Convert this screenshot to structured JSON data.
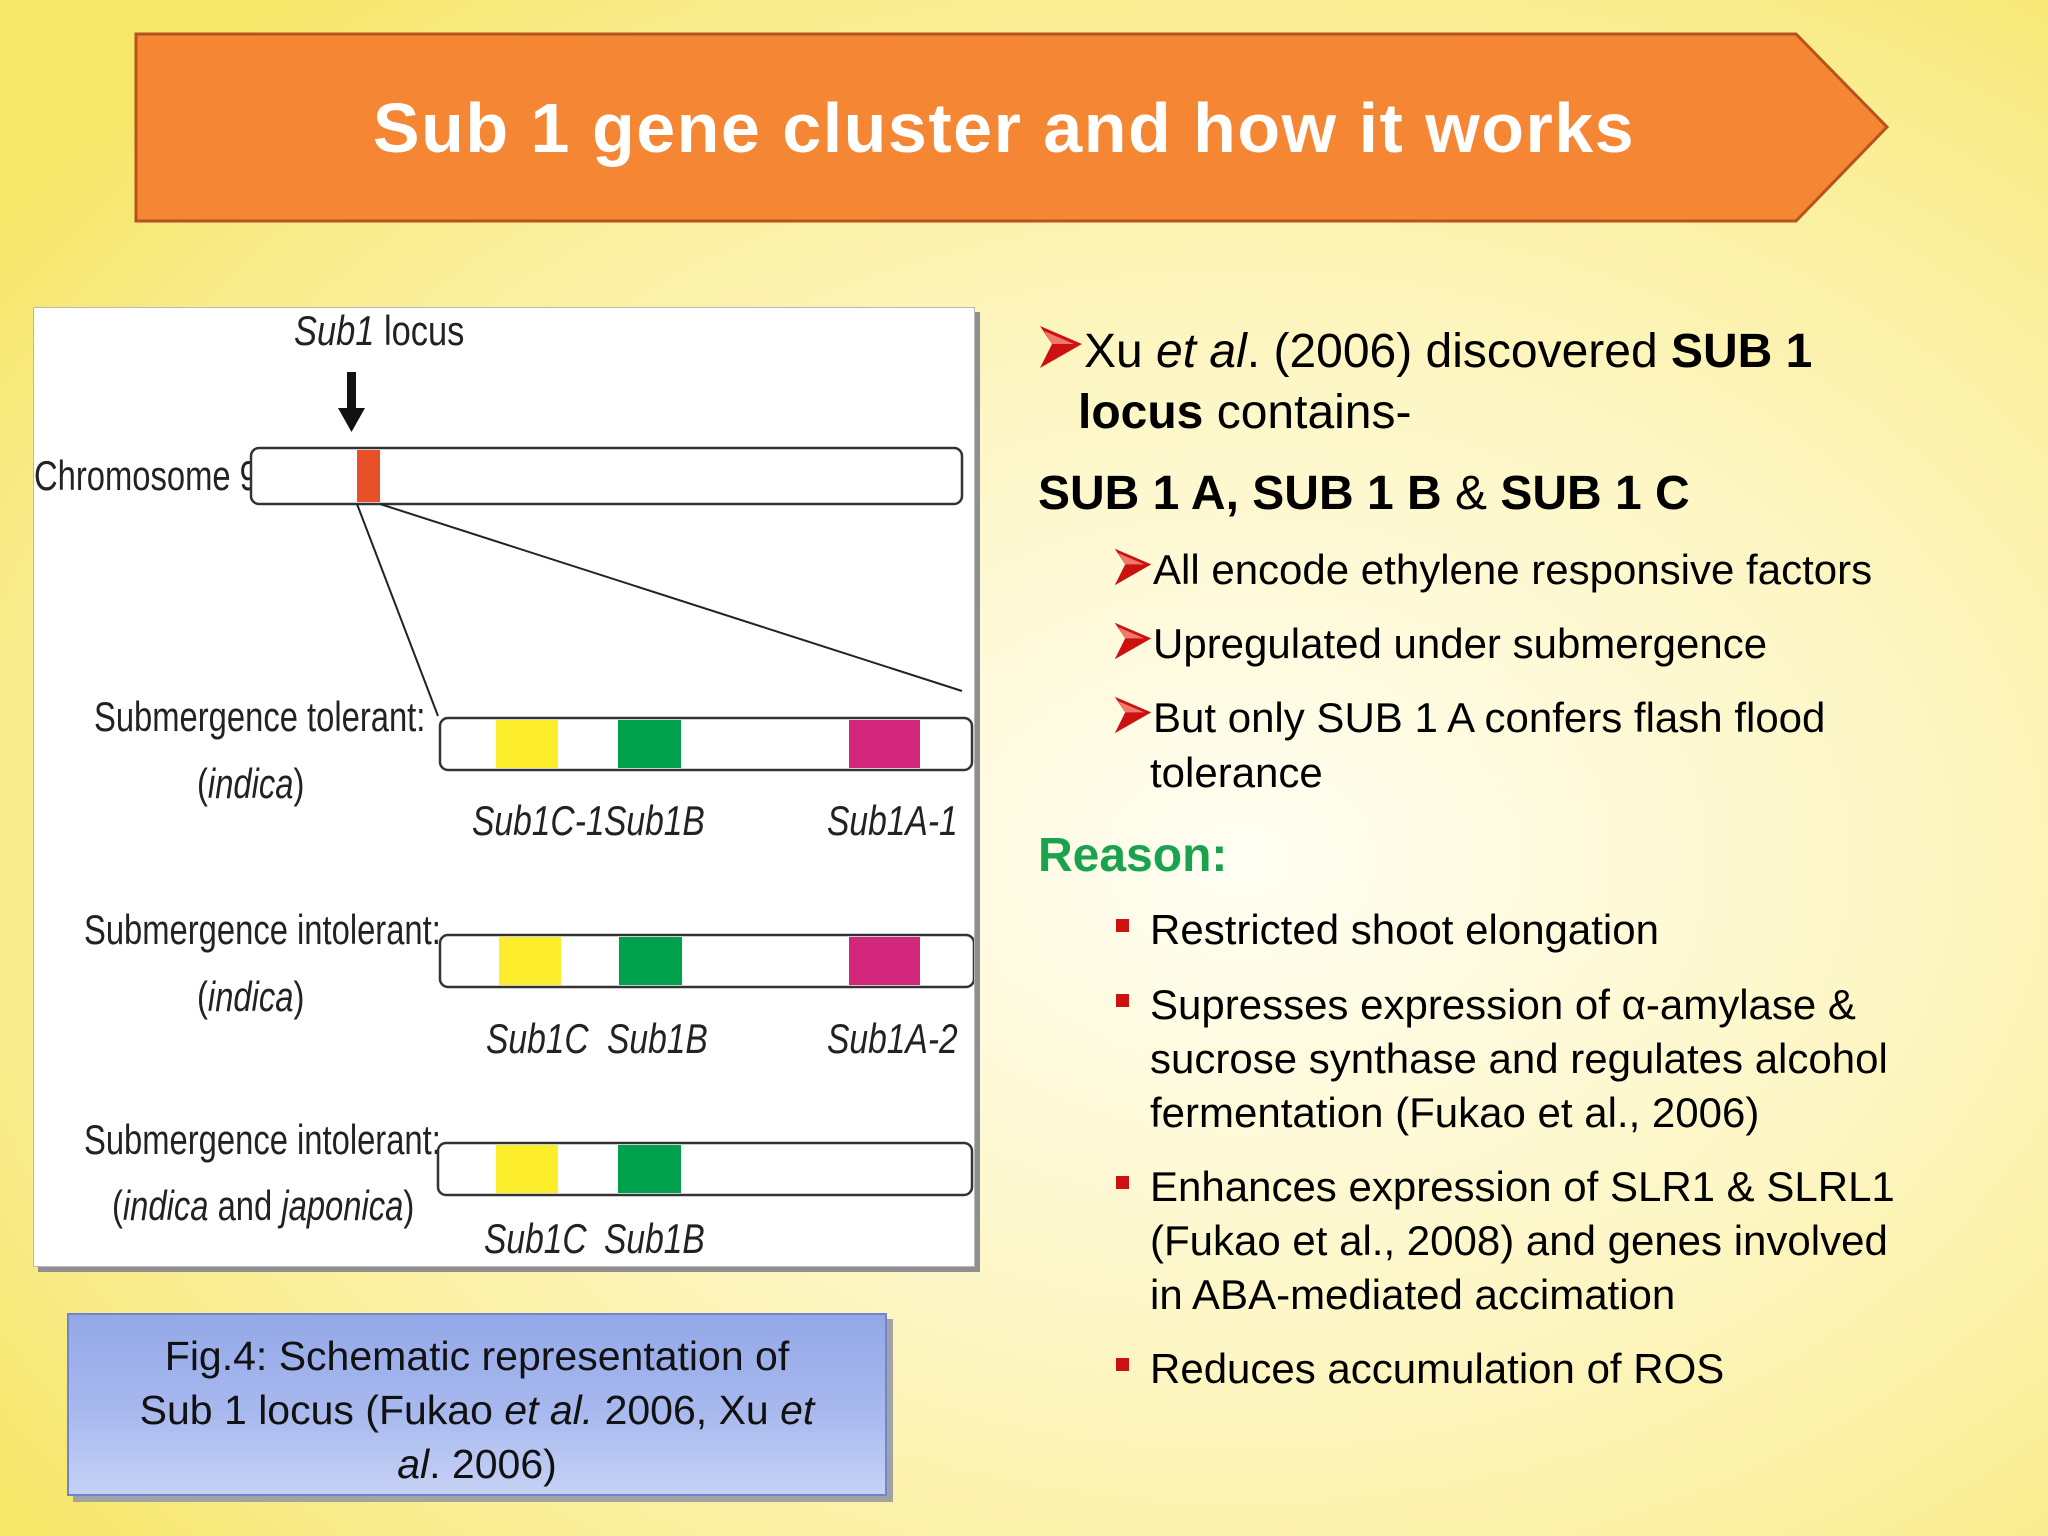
{
  "slide": {
    "title": "Sub 1 gene cluster and how it works",
    "colors": {
      "banner_fill": "#f58634",
      "banner_border": "#b5531a",
      "reason_green": "#1aa34f",
      "bullet_red": "#cc1111"
    }
  },
  "figure": {
    "locus_label_italic": "Sub1",
    "locus_label_rest": " locus",
    "chromosome_label": "Chromosome 9",
    "rows": [
      {
        "label_line1": "Submergence tolerant:",
        "label_line2_italic": "indica",
        "genes": [
          "Sub1C-1",
          "Sub1B",
          "Sub1A-1"
        ]
      },
      {
        "label_line1": "Submergence intolerant:",
        "label_line2_italic": "indica",
        "genes": [
          "Sub1C",
          "Sub1B",
          "Sub1A-2"
        ]
      },
      {
        "label_line1": "Submergence intolerant:",
        "label_line2_italic_a": "indica",
        "label_line2_mid": " and ",
        "label_line2_italic_b": "japonica",
        "genes": [
          "Sub1C",
          "Sub1B"
        ]
      }
    ],
    "colors": {
      "locus": "#e8502a",
      "sub1c": "#fcee2a",
      "sub1b": "#00a04c",
      "sub1a": "#d1267a"
    }
  },
  "caption": {
    "line1": "Fig.4: Schematic representation of",
    "line2_a": "Sub 1 locus (Fukao ",
    "line2_italic": "et al.",
    "line2_b": " 2006, Xu ",
    "line2_italic_b": "et",
    "line3_italic": "al",
    "line3_rest": ". 2006)"
  },
  "content": {
    "intro_a": "Xu ",
    "intro_italic": "et al",
    "intro_b": ". (2006) discovered ",
    "intro_bold1": "SUB 1",
    "intro_bold2": "locus",
    "intro_c": " contains-",
    "genes_line_bold1": "SUB 1 A, SUB 1 B",
    "genes_line_amp": " & ",
    "genes_line_bold2": "SUB 1 C",
    "sub_bullets": [
      "All encode ethylene responsive factors",
      "Upregulated under submergence",
      "But only SUB 1 A confers flash flood"
    ],
    "sub_bullet_3_cont": "tolerance",
    "reason_heading": "Reason:",
    "reasons": [
      [
        "Restricted shoot elongation"
      ],
      [
        "Supresses expression of  α-amylase &",
        "sucrose synthase and regulates alcohol",
        "fermentation (Fukao et al., 2006)"
      ],
      [
        "Enhances expression of SLR1 & SLRL1",
        "(Fukao et al., 2008) and genes involved",
        "in ABA-mediated accimation"
      ],
      [
        "Reduces accumulation of ROS"
      ]
    ]
  }
}
